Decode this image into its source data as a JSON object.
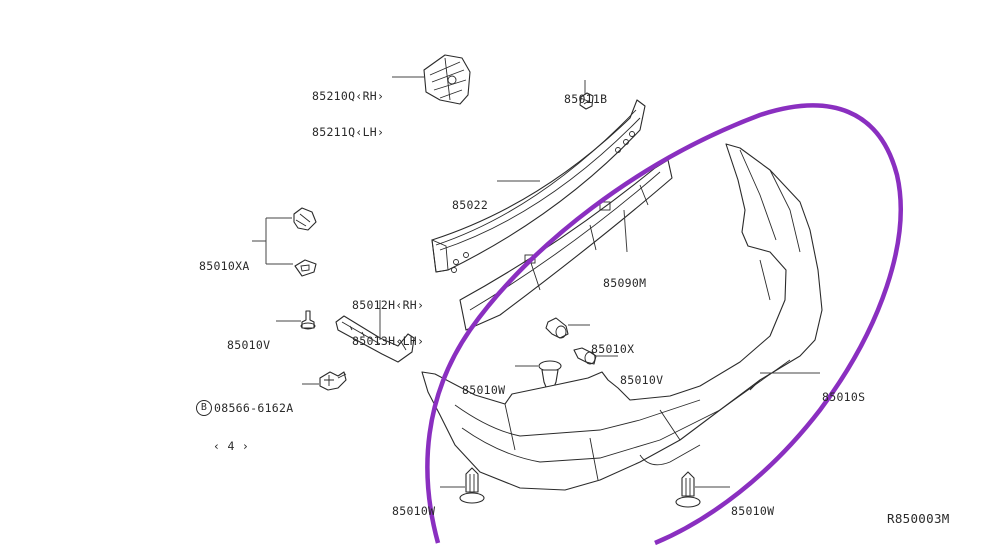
{
  "diagram": {
    "reference_code": "R850003M",
    "highlight_color": "#8a2fc0",
    "callouts": [
      {
        "id": "85210Q",
        "lines": [
          "85210Q‹RH›",
          "85211Q‹LH›"
        ]
      },
      {
        "id": "85011B",
        "lines": [
          "85011B"
        ]
      },
      {
        "id": "85022",
        "lines": [
          "85022"
        ]
      },
      {
        "id": "85090M",
        "lines": [
          "85090M"
        ]
      },
      {
        "id": "85010XA",
        "lines": [
          "85010XA"
        ]
      },
      {
        "id": "85012H",
        "lines": [
          "85012H‹RH›",
          "85013H‹LH›"
        ]
      },
      {
        "id": "85010V-left",
        "lines": [
          "85010V"
        ]
      },
      {
        "id": "85010X",
        "lines": [
          "85010X"
        ]
      },
      {
        "id": "85010V-right",
        "lines": [
          "85010V"
        ]
      },
      {
        "id": "85010W-top",
        "lines": [
          "85010W"
        ]
      },
      {
        "id": "85010S",
        "lines": [
          "85010S"
        ]
      },
      {
        "id": "08566",
        "badge": "B",
        "lines": [
          "08566-6162A",
          "‹ 4 ›"
        ]
      },
      {
        "id": "85010W-bottom-left",
        "lines": [
          "85010W"
        ]
      },
      {
        "id": "85010W-bottom-right",
        "lines": [
          "85010W"
        ]
      }
    ]
  }
}
